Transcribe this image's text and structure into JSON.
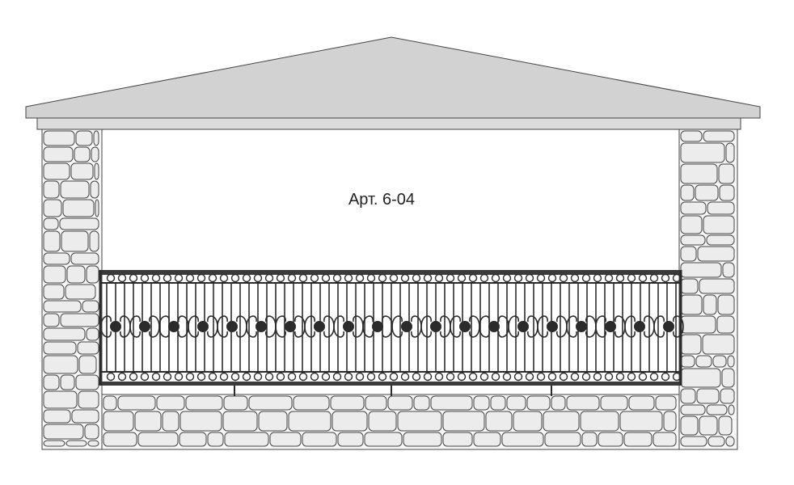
{
  "caption": "Арт. 6-04",
  "colors": {
    "roof": "#d2d2d2",
    "stone": "#ececec",
    "outline": "#444444",
    "iron": "#2b2b2b"
  },
  "elements": [
    "roof",
    "left-stone-pillar",
    "right-stone-pillar",
    "stone-base-wall",
    "wrought-iron-railing"
  ]
}
